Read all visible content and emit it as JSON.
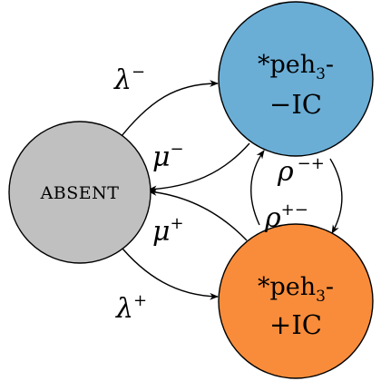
{
  "nodes": {
    "absent": {
      "label": "ABSENT",
      "fill": "#c0c0c0"
    },
    "minus": {
      "line1": "*peh",
      "sub": "3",
      "line1_tail": "-",
      "line2": "−IC",
      "fill": "#6aaed6"
    },
    "plus": {
      "line1": "*peh",
      "sub": "3",
      "line1_tail": "-",
      "line2": "+IC",
      "fill": "#f98c3a"
    }
  },
  "edges": {
    "lambda_minus": {
      "base": "λ",
      "sup": "−"
    },
    "mu_minus": {
      "base": "μ",
      "sup": "−"
    },
    "mu_plus": {
      "base": "μ",
      "sup": "+"
    },
    "lambda_plus": {
      "base": "λ",
      "sup": "+"
    },
    "rho_minus_plus": {
      "base": "ρ",
      "sup": "−+"
    },
    "rho_plus_minus": {
      "base": "ρ",
      "sup": "+−"
    }
  },
  "colors": {
    "stroke": "#000000"
  }
}
